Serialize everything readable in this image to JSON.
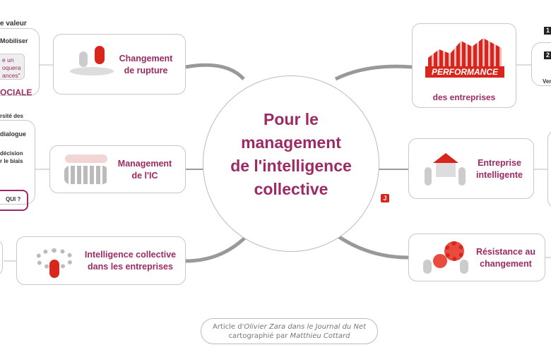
{
  "center": {
    "line1": "Pour le",
    "line2": "management",
    "line3": "de l'intelligence",
    "line4": "collective"
  },
  "nodes": {
    "changement": {
      "line1": "Changement",
      "line2": "de rupture"
    },
    "management": {
      "line1": "Management",
      "line2": "de l'IC"
    },
    "intelligence": {
      "line1": "Intelligence collective",
      "line2": "dans les entreprises"
    },
    "performance": {
      "logo": "PERFORMANCE",
      "label": "des entreprises"
    },
    "entreprise": {
      "line1": "Entreprise",
      "line2": "intelligente"
    },
    "resistance": {
      "line1": "Résistance au",
      "line2": "changement"
    }
  },
  "left_group1": {
    "valeur": "e valeur",
    "mobiliser": "Mobiliser",
    "quote1": "e un",
    "quote2": "oquera",
    "quote3": "ances\"",
    "sociale": "OCIALE"
  },
  "left_group2": {
    "diversite": "rsité des",
    "dialogue": "dialogue",
    "decision1": "décision",
    "decision2": "r le biais",
    "qui": "QUI ?"
  },
  "right_group": {
    "badge1": "1",
    "badge2": "2",
    "ver": "Ver"
  },
  "marker": "J",
  "footer": {
    "line1_a": "Article d'",
    "line1_b": "Olivier Zara dans le Journal du Net",
    "line2_a": "cartographié par ",
    "line2_b": "Matthieu Cottard"
  },
  "colors": {
    "accent": "#9c2a63",
    "red": "#d9261c",
    "border": "#c8c8c8"
  }
}
